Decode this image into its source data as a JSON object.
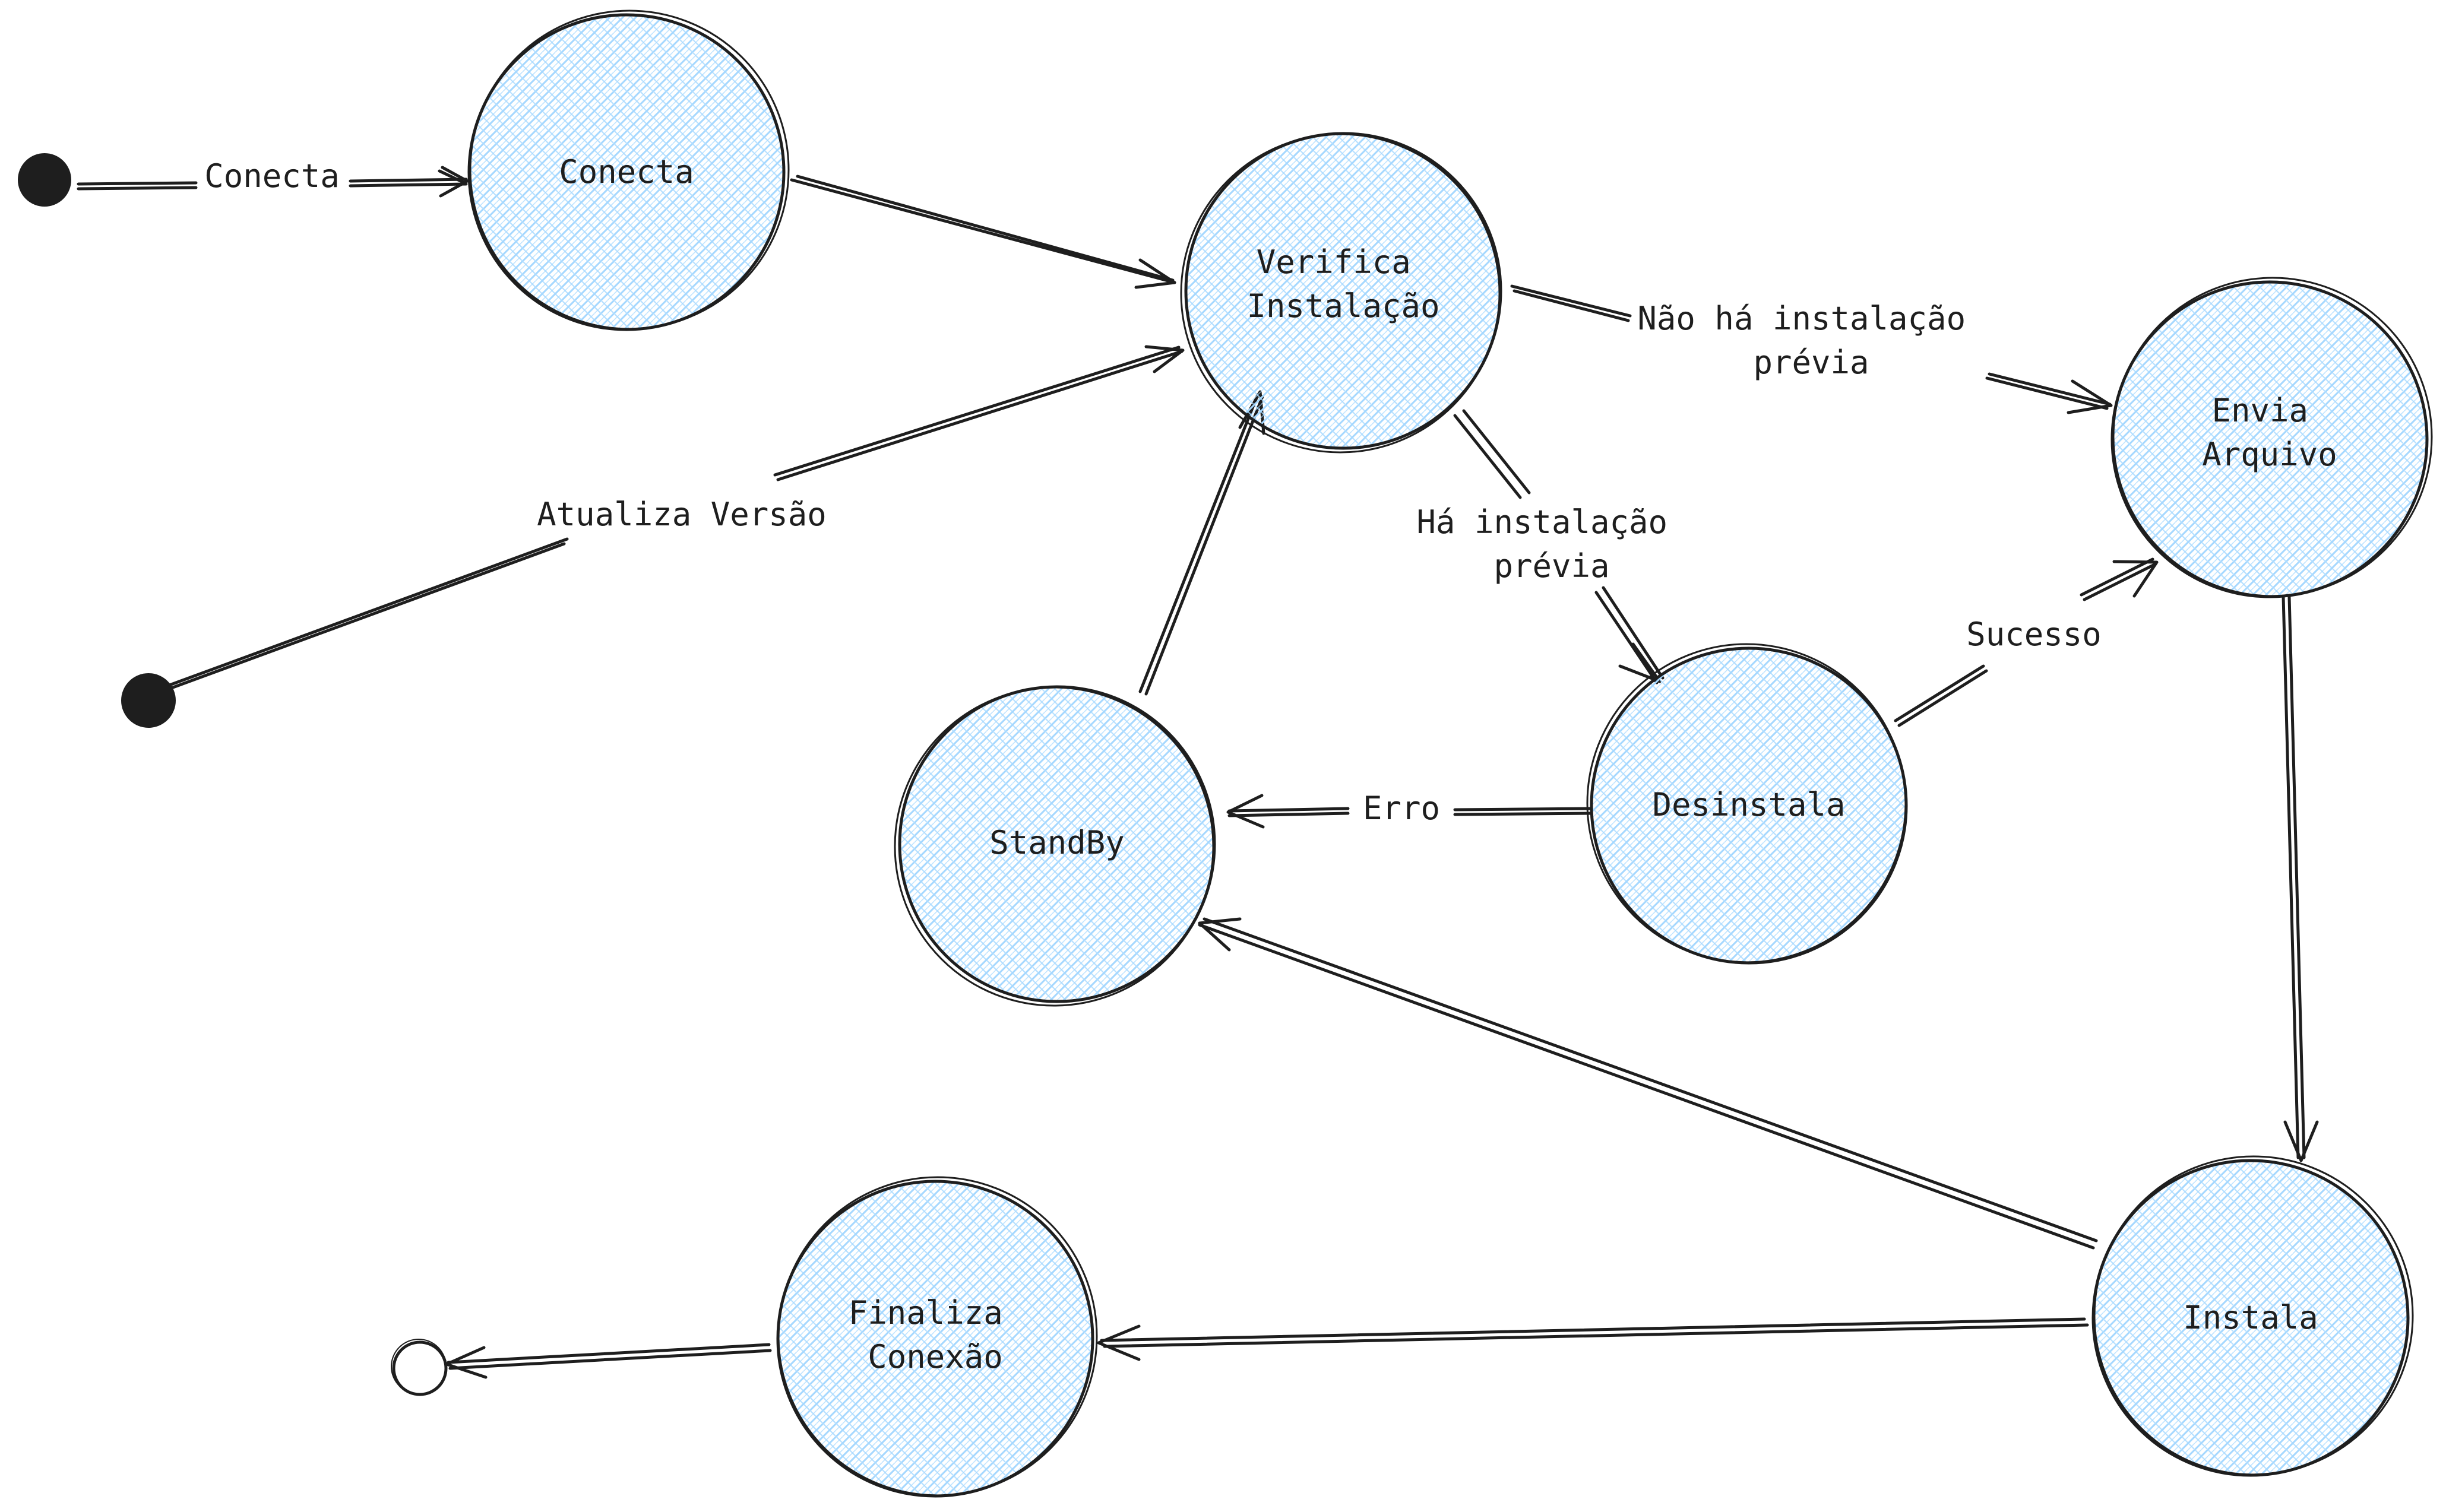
{
  "colors": {
    "stroke": "#1e1e1e",
    "state_fill": "#a5d8ff",
    "background": "#ffffff"
  },
  "states": {
    "conecta": {
      "lines": [
        "Conecta"
      ]
    },
    "verifica": {
      "lines": [
        "Verifica",
        "Instalação"
      ]
    },
    "envia": {
      "lines": [
        "Envia",
        "Arquivo"
      ]
    },
    "desinstala": {
      "lines": [
        "Desinstala"
      ]
    },
    "standby": {
      "lines": [
        "StandBy"
      ]
    },
    "instala": {
      "lines": [
        "Instala"
      ]
    },
    "finaliza": {
      "lines": [
        "Finaliza",
        "Conexão"
      ]
    }
  },
  "transitions": {
    "start_conecta": {
      "label": "Conecta"
    },
    "update_verifica": {
      "label": "Atualiza Versão"
    },
    "verifica_envia": {
      "lines": [
        "Não há instalação",
        "prévia"
      ]
    },
    "verifica_desinstala": {
      "lines": [
        "Há instalação",
        "prévia"
      ]
    },
    "desinstala_envia": {
      "label": "Sucesso"
    },
    "desinstala_standby": {
      "label": "Erro"
    }
  }
}
